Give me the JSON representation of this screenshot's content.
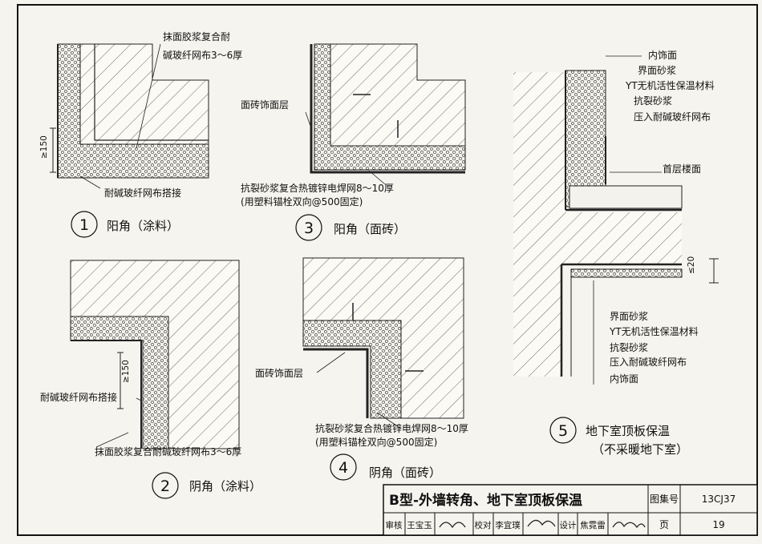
{
  "details": [
    {
      "number": "1",
      "title": "阳角（涂料）",
      "labels": [
        "抹面胶浆复合耐",
        "碱玻纤网布3～6厚",
        "耐碱玻纤网布搭接"
      ],
      "dim": "≥150"
    },
    {
      "number": "2",
      "title": "阴角（涂料）",
      "labels": [
        "耐碱玻纤网布搭接",
        "抹面胶浆复合耐碱玻纤网布3～6厚"
      ],
      "dim": "≥150"
    },
    {
      "number": "3",
      "title": "阳角（面砖）",
      "labels": [
        "面砖饰面层",
        "抗裂砂浆复合热镀锌电焊网8～10厚",
        "(用塑料锚栓双向@500固定)"
      ]
    },
    {
      "number": "4",
      "title": "阴角（面砖）",
      "labels": [
        "面砖饰面层",
        "抗裂砂浆复合热镀锌电焊网8～10厚",
        "(用塑料锚栓双向@500固定)"
      ]
    },
    {
      "number": "5",
      "title": "地下室顶板保温",
      "subtitle": "（不采暖地下室）",
      "labels_top": [
        "内饰面",
        "界面砂浆",
        "YT无机活性保温材料",
        "抗裂砂浆",
        "压入耐碱玻纤网布",
        "首层楼面"
      ],
      "labels_bottom": [
        "界面砂浆",
        "YT无机活性保温材料",
        "抗裂砂浆",
        "压入耐碱玻纤网布",
        "内饰面"
      ],
      "dim": "≤20"
    }
  ],
  "title_block": {
    "title": "B型-外墙转角、地下室顶板保温",
    "atlas_label": "图集号",
    "atlas_no": "13CJ37",
    "page_label": "页",
    "page_no": "19",
    "review_label": "审核",
    "reviewer": "王宝玉",
    "check_label": "校对",
    "checker": "李宜璞",
    "design_label": "设计",
    "designer": "焦霓雷"
  }
}
